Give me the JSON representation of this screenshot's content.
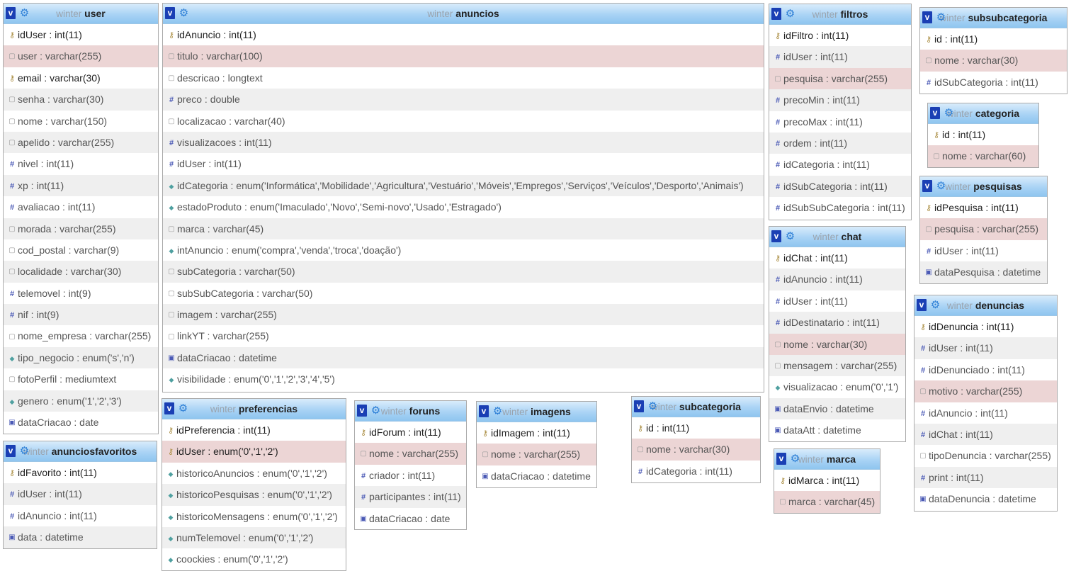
{
  "db": "winter",
  "tables": {
    "user": {
      "name": "user",
      "fields": [
        {
          "icon": "key",
          "name": "idUser",
          "type": " : int(11)"
        },
        {
          "icon": "txt",
          "name": "user",
          "type": " : varchar(255)"
        },
        {
          "icon": "key",
          "name": "email",
          "type": " : varchar(30)"
        },
        {
          "icon": "txt",
          "name": "senha",
          "type": " : varchar(30)"
        },
        {
          "icon": "txt",
          "name": "nome",
          "type": " : varchar(150)"
        },
        {
          "icon": "txt",
          "name": "apelido",
          "type": " : varchar(255)"
        },
        {
          "icon": "num",
          "name": "nivel",
          "type": " : int(11)"
        },
        {
          "icon": "num",
          "name": "xp",
          "type": " : int(11)"
        },
        {
          "icon": "num",
          "name": "avaliacao",
          "type": " : int(11)"
        },
        {
          "icon": "txt",
          "name": "morada",
          "type": " : varchar(255)"
        },
        {
          "icon": "txt",
          "name": "cod_postal",
          "type": " : varchar(9)"
        },
        {
          "icon": "txt",
          "name": "localidade",
          "type": " : varchar(30)"
        },
        {
          "icon": "num",
          "name": "telemovel",
          "type": " : int(9)"
        },
        {
          "icon": "num",
          "name": "nif",
          "type": " : int(9)"
        },
        {
          "icon": "txt",
          "name": "nome_empresa",
          "type": " : varchar(255)"
        },
        {
          "icon": "enm",
          "name": "tipo_negocio",
          "type": " : enum('s','n')"
        },
        {
          "icon": "txt",
          "name": "fotoPerfil",
          "type": " : mediumtext"
        },
        {
          "icon": "enm",
          "name": "genero",
          "type": " : enum('1','2','3')"
        },
        {
          "icon": "dt",
          "name": "dataCriacao",
          "type": " : date"
        }
      ]
    },
    "anunciosfavoritos": {
      "name": "anunciosfavoritos",
      "fields": [
        {
          "icon": "key",
          "name": "idFavorito",
          "type": " : int(11)"
        },
        {
          "icon": "num",
          "name": "idUser",
          "type": " : int(11)"
        },
        {
          "icon": "num",
          "name": "idAnuncio",
          "type": " : int(11)"
        },
        {
          "icon": "dt",
          "name": "data",
          "type": " : datetime"
        }
      ]
    },
    "anuncios": {
      "name": "anuncios",
      "fields": [
        {
          "icon": "key",
          "name": "idAnuncio",
          "type": " : int(11)"
        },
        {
          "icon": "txt",
          "name": "titulo",
          "type": " : varchar(100)"
        },
        {
          "icon": "txt",
          "name": "descricao",
          "type": " : longtext"
        },
        {
          "icon": "num",
          "name": "preco",
          "type": " : double"
        },
        {
          "icon": "txt",
          "name": "localizacao",
          "type": " : varchar(40)"
        },
        {
          "icon": "num",
          "name": "visualizacoes",
          "type": " : int(11)"
        },
        {
          "icon": "num",
          "name": "idUser",
          "type": " : int(11)"
        },
        {
          "icon": "enm",
          "name": "idCategoria",
          "type": " : enum('Informática','Mobilidade','Agricultura','Vestuário','Móveis','Empregos','Serviços','Veículos','Desporto','Animais')"
        },
        {
          "icon": "enm",
          "name": "estadoProduto",
          "type": " : enum('Imaculado','Novo','Semi-novo','Usado','Estragado')"
        },
        {
          "icon": "txt",
          "name": "marca",
          "type": " : varchar(45)"
        },
        {
          "icon": "enm",
          "name": "intAnuncio",
          "type": " : enum('compra','venda','troca','doação')"
        },
        {
          "icon": "txt",
          "name": "subCategoria",
          "type": " : varchar(50)"
        },
        {
          "icon": "txt",
          "name": "subSubCategoria",
          "type": " : varchar(50)"
        },
        {
          "icon": "txt",
          "name": "imagem",
          "type": " : varchar(255)"
        },
        {
          "icon": "txt",
          "name": "linkYT",
          "type": " : varchar(255)"
        },
        {
          "icon": "dt",
          "name": "dataCriacao",
          "type": " : datetime"
        },
        {
          "icon": "enm",
          "name": "visibilidade",
          "type": " : enum('0','1','2','3','4','5')"
        }
      ]
    },
    "preferencias": {
      "name": "preferencias",
      "fields": [
        {
          "icon": "key",
          "name": "idPreferencia",
          "type": " : int(11)"
        },
        {
          "icon": "key",
          "name": "idUser",
          "type": " : enum('0','1','2')"
        },
        {
          "icon": "enm",
          "name": "historicoAnuncios",
          "type": " : enum('0','1','2')"
        },
        {
          "icon": "enm",
          "name": "historicoPesquisas",
          "type": " : enum('0','1','2')"
        },
        {
          "icon": "enm",
          "name": "historicoMensagens",
          "type": " : enum('0','1','2')"
        },
        {
          "icon": "enm",
          "name": "numTelemovel",
          "type": " : enum('0','1','2')"
        },
        {
          "icon": "enm",
          "name": "coockies",
          "type": " : enum('0','1','2')"
        }
      ]
    },
    "foruns": {
      "name": "foruns",
      "fields": [
        {
          "icon": "key",
          "name": "idForum",
          "type": " : int(11)"
        },
        {
          "icon": "txt",
          "name": "nome",
          "type": " : varchar(255)"
        },
        {
          "icon": "num",
          "name": "criador",
          "type": " : int(11)"
        },
        {
          "icon": "num",
          "name": "participantes",
          "type": " : int(11)"
        },
        {
          "icon": "dt",
          "name": "dataCriacao",
          "type": " : date"
        }
      ]
    },
    "imagens": {
      "name": "imagens",
      "fields": [
        {
          "icon": "key",
          "name": "idImagem",
          "type": " : int(11)"
        },
        {
          "icon": "txt",
          "name": "nome",
          "type": " : varchar(255)"
        },
        {
          "icon": "dt",
          "name": "dataCriacao",
          "type": " : datetime"
        }
      ]
    },
    "subcategoria": {
      "name": "subcategoria",
      "fields": [
        {
          "icon": "key",
          "name": "id",
          "type": " : int(11)"
        },
        {
          "icon": "txt",
          "name": "nome",
          "type": " : varchar(30)"
        },
        {
          "icon": "num",
          "name": "idCategoria",
          "type": " : int(11)"
        }
      ]
    },
    "filtros": {
      "name": "filtros",
      "fields": [
        {
          "icon": "key",
          "name": "idFiltro",
          "type": " : int(11)"
        },
        {
          "icon": "num",
          "name": "idUser",
          "type": " : int(11)"
        },
        {
          "icon": "txt",
          "name": "pesquisa",
          "type": " : varchar(255)"
        },
        {
          "icon": "num",
          "name": "precoMin",
          "type": " : int(11)"
        },
        {
          "icon": "num",
          "name": "precoMax",
          "type": " : int(11)"
        },
        {
          "icon": "num",
          "name": "ordem",
          "type": " : int(11)"
        },
        {
          "icon": "num",
          "name": "idCategoria",
          "type": " : int(11)"
        },
        {
          "icon": "num",
          "name": "idSubCategoria",
          "type": " : int(11)"
        },
        {
          "icon": "num",
          "name": "idSubSubCategoria",
          "type": " : int(11)"
        }
      ]
    },
    "chat": {
      "name": "chat",
      "fields": [
        {
          "icon": "key",
          "name": "idChat",
          "type": " : int(11)"
        },
        {
          "icon": "num",
          "name": "idAnuncio",
          "type": " : int(11)"
        },
        {
          "icon": "num",
          "name": "idUser",
          "type": " : int(11)"
        },
        {
          "icon": "num",
          "name": "idDestinatario",
          "type": " : int(11)"
        },
        {
          "icon": "txt",
          "name": "nome",
          "type": " : varchar(30)"
        },
        {
          "icon": "txt",
          "name": "mensagem",
          "type": " : varchar(255)"
        },
        {
          "icon": "enm",
          "name": "visualizacao",
          "type": " : enum('0','1')"
        },
        {
          "icon": "dt",
          "name": "dataEnvio",
          "type": " : datetime"
        },
        {
          "icon": "dt",
          "name": "dataAtt",
          "type": " : datetime"
        }
      ]
    },
    "marca": {
      "name": "marca",
      "fields": [
        {
          "icon": "key",
          "name": "idMarca",
          "type": " : int(11)"
        },
        {
          "icon": "txt",
          "name": "marca",
          "type": " : varchar(45)"
        }
      ]
    },
    "subsubcategoria": {
      "name": "subsubcategoria",
      "fields": [
        {
          "icon": "key",
          "name": "id",
          "type": " : int(11)"
        },
        {
          "icon": "txt",
          "name": "nome",
          "type": " : varchar(30)"
        },
        {
          "icon": "num",
          "name": "idSubCategoria",
          "type": " : int(11)"
        }
      ]
    },
    "categoria": {
      "name": "categoria",
      "fields": [
        {
          "icon": "key",
          "name": "id",
          "type": " : int(11)"
        },
        {
          "icon": "txt",
          "name": "nome",
          "type": " : varchar(60)"
        }
      ]
    },
    "pesquisas": {
      "name": "pesquisas",
      "fields": [
        {
          "icon": "key",
          "name": "idPesquisa",
          "type": " : int(11)"
        },
        {
          "icon": "txt",
          "name": "pesquisa",
          "type": " : varchar(255)"
        },
        {
          "icon": "num",
          "name": "idUser",
          "type": " : int(11)"
        },
        {
          "icon": "dt",
          "name": "dataPesquisa",
          "type": " : datetime"
        }
      ]
    },
    "denuncias": {
      "name": "denuncias",
      "fields": [
        {
          "icon": "key",
          "name": "idDenuncia",
          "type": " : int(11)"
        },
        {
          "icon": "num",
          "name": "idUser",
          "type": " : int(11)"
        },
        {
          "icon": "num",
          "name": "idDenunciado",
          "type": " : int(11)"
        },
        {
          "icon": "txt",
          "name": "motivo",
          "type": " : varchar(255)"
        },
        {
          "icon": "num",
          "name": "idAnuncio",
          "type": " : int(11)"
        },
        {
          "icon": "num",
          "name": "idChat",
          "type": " : int(11)"
        },
        {
          "icon": "txt",
          "name": "tipoDenuncia",
          "type": " : varchar(255)"
        },
        {
          "icon": "num",
          "name": "print",
          "type": " : int(11)"
        },
        {
          "icon": "dt",
          "name": "dataDenuncia",
          "type": " : datetime"
        }
      ]
    }
  },
  "icons": {
    "key": "key-icon",
    "txt": "text-column-icon",
    "num": "numeric-column-icon",
    "enm": "enum-column-icon",
    "dt": "date-column-icon",
    "toggle": "v-toggle-icon",
    "options": "gear-icon"
  },
  "colors": {
    "header_top": "#d9ecfb",
    "header_bottom": "#8fc5ef",
    "row_alt": "#efefef",
    "row_highlight": "#ecd5d5",
    "toggle_bg": "#1a3fb4"
  }
}
